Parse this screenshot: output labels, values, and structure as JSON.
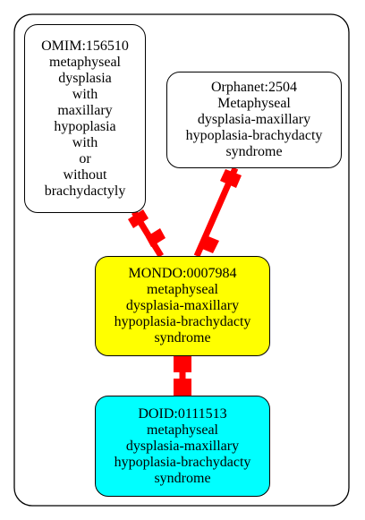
{
  "graph": {
    "nodes": {
      "omim": {
        "lines": [
          "OMIM:156510",
          "metaphyseal",
          "dysplasia",
          "with",
          "maxillary",
          "hypoplasia",
          "with",
          "or",
          "without",
          "brachydactyly"
        ],
        "fill": "#ffffff"
      },
      "orphanet": {
        "lines": [
          "Orphanet:2504",
          "Metaphyseal",
          "dysplasia-maxillary",
          "hypoplasia-brachydacty",
          "syndrome"
        ],
        "fill": "#ffffff"
      },
      "mondo": {
        "lines": [
          "MONDO:0007984",
          "metaphyseal",
          "dysplasia-maxillary",
          "hypoplasia-brachydacty",
          "syndrome"
        ],
        "fill": "#ffff00"
      },
      "doid": {
        "lines": [
          "DOID:0111513",
          "metaphyseal",
          "dysplasia-maxillary",
          "hypoplasia-brachydacty",
          "syndrome"
        ],
        "fill": "#00ffff"
      }
    },
    "edges": [
      {
        "from": "omim",
        "to": "mondo",
        "color": "#ff0000"
      },
      {
        "from": "orphanet",
        "to": "mondo",
        "color": "#ff0000"
      },
      {
        "from": "mondo",
        "to": "doid",
        "color": "#ff0000"
      }
    ]
  }
}
